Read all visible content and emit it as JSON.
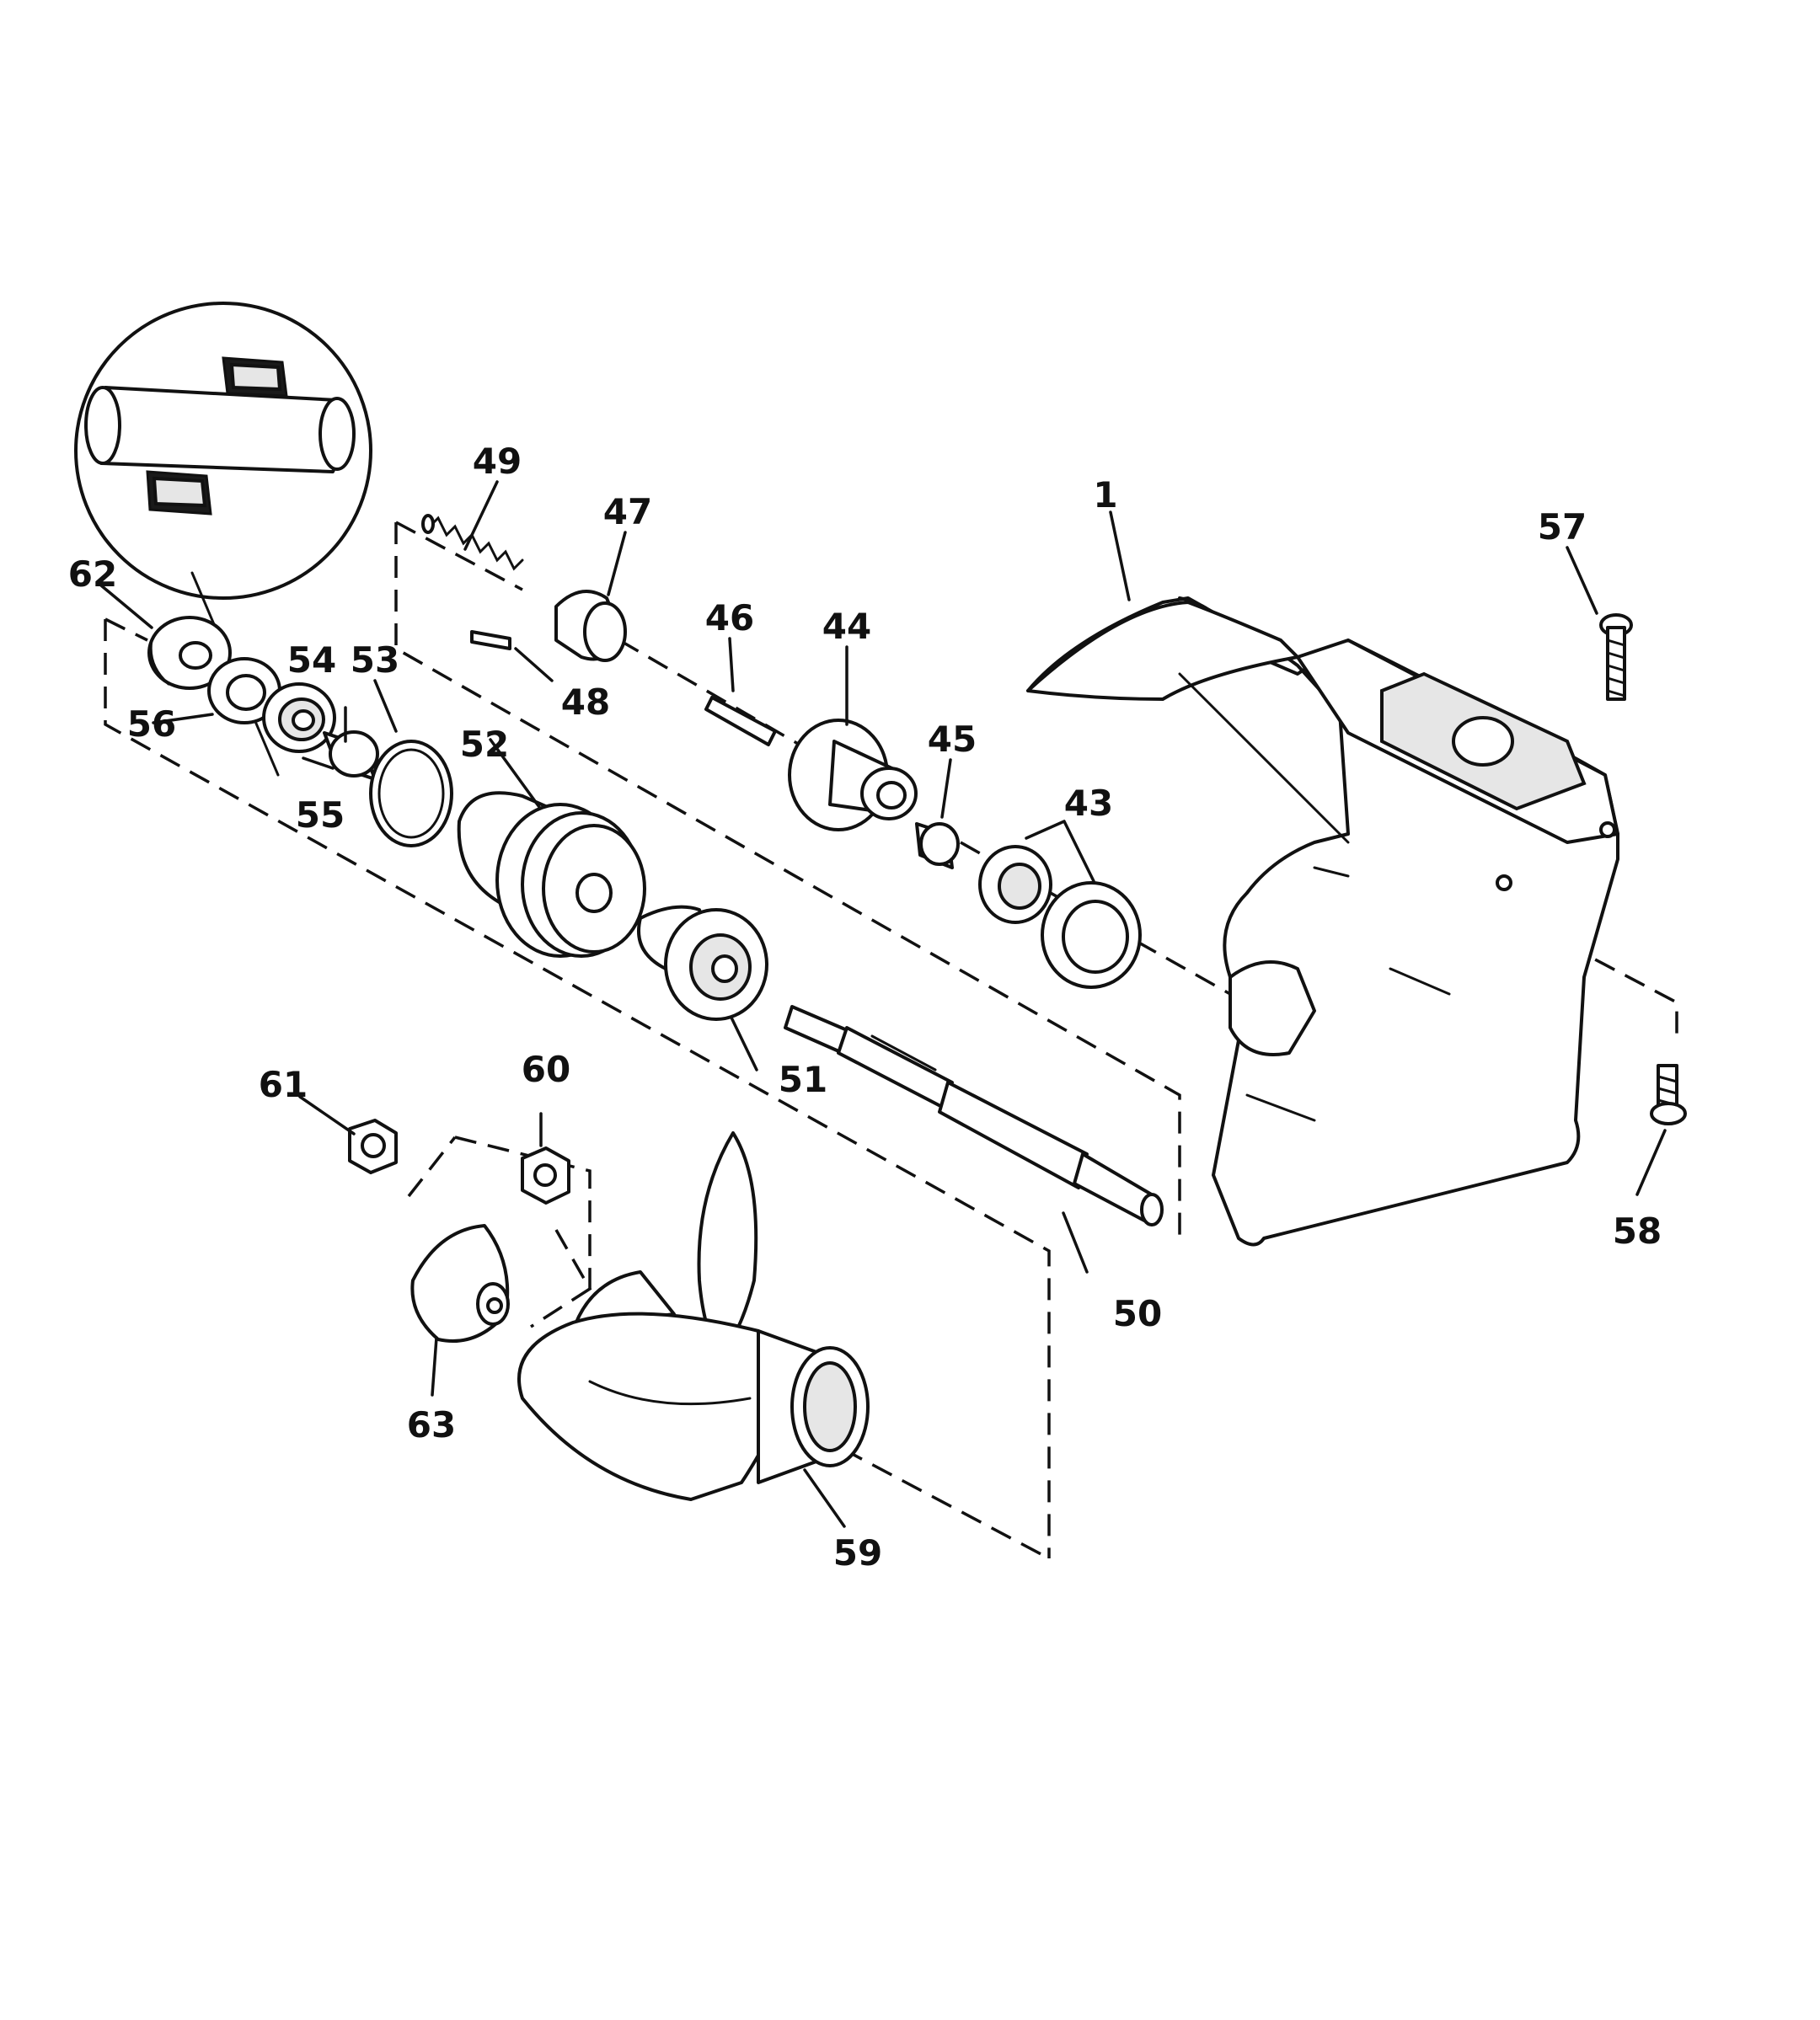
{
  "callouts": {
    "c1": "1",
    "c43": "43",
    "c44": "44",
    "c45": "45",
    "c46": "46",
    "c47": "47",
    "c48": "48",
    "c49": "49",
    "c50": "50",
    "c51": "51",
    "c52": "52",
    "c53": "53",
    "c54": "54",
    "c55": "55",
    "c56": "56",
    "c57": "57",
    "c58": "58",
    "c59": "59",
    "c60": "60",
    "c61": "61",
    "c62": "62",
    "c63": "63"
  }
}
